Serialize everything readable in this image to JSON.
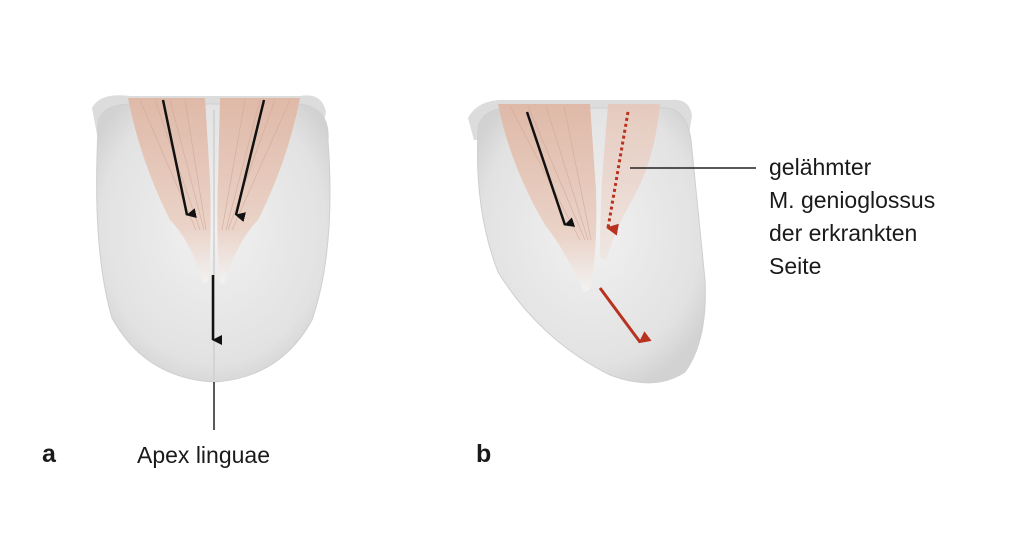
{
  "panels": [
    {
      "label": "a",
      "caption": "Apex linguae"
    },
    {
      "label": "b",
      "caption_lines": [
        "gelähmter",
        "M. genioglossus",
        "der erkrankten",
        "Seite"
      ]
    }
  ],
  "colors": {
    "tongue": "#e9e9e9",
    "muscle": "#e6c9bb",
    "arrow_normal": "#111111",
    "arrow_paralyzed": "#b8321f"
  }
}
